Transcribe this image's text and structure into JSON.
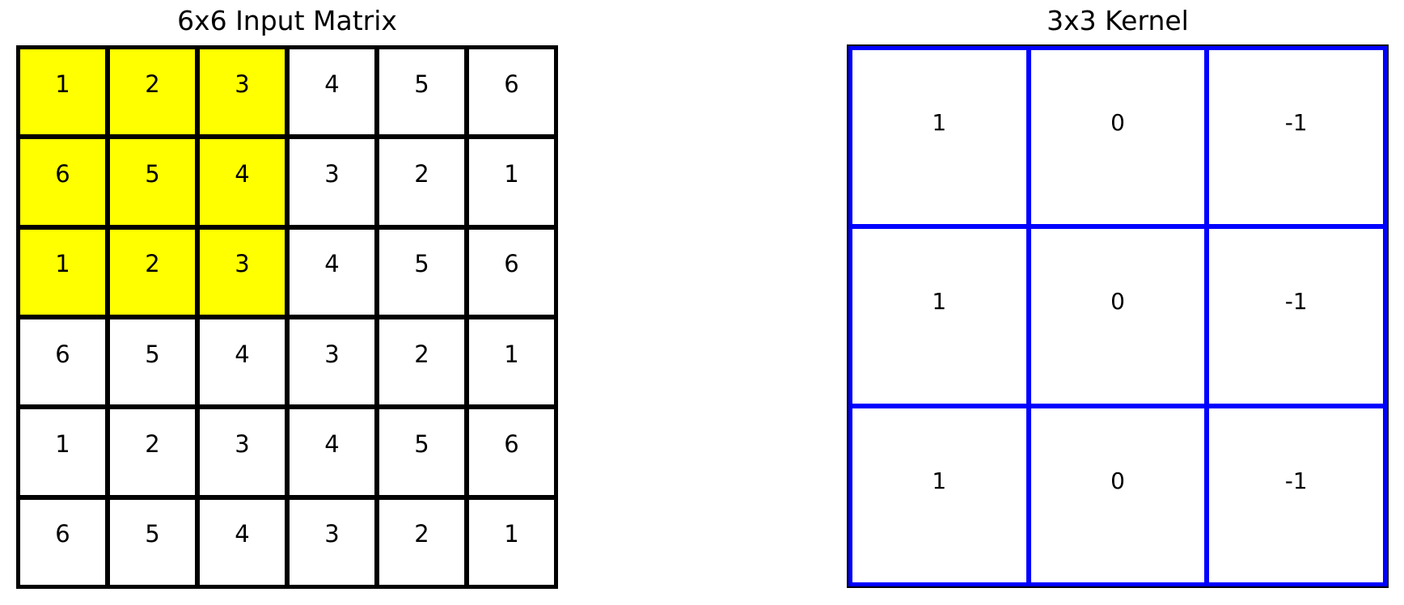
{
  "background": "#ffffff",
  "input_matrix": {
    "title": "6x6 Input Matrix",
    "rows": [
      [
        1,
        2,
        3,
        4,
        5,
        6
      ],
      [
        6,
        5,
        4,
        3,
        2,
        1
      ],
      [
        1,
        2,
        3,
        4,
        5,
        6
      ],
      [
        6,
        5,
        4,
        3,
        2,
        1
      ],
      [
        1,
        2,
        3,
        4,
        5,
        6
      ],
      [
        6,
        5,
        4,
        3,
        2,
        1
      ]
    ],
    "grid_color": "#000000",
    "text_color": "#000000",
    "highlight": {
      "rows": [
        0,
        1,
        2
      ],
      "cols": [
        0,
        1,
        2
      ],
      "color": "#ffff00"
    }
  },
  "kernel": {
    "title": "3x3 Kernel",
    "rows": [
      [
        1,
        0,
        -1
      ],
      [
        1,
        0,
        -1
      ],
      [
        1,
        0,
        -1
      ]
    ],
    "grid_color": "#0000ff",
    "border_color": "#000000",
    "text_color": "#000000",
    "cell_background": "#ffffff"
  }
}
